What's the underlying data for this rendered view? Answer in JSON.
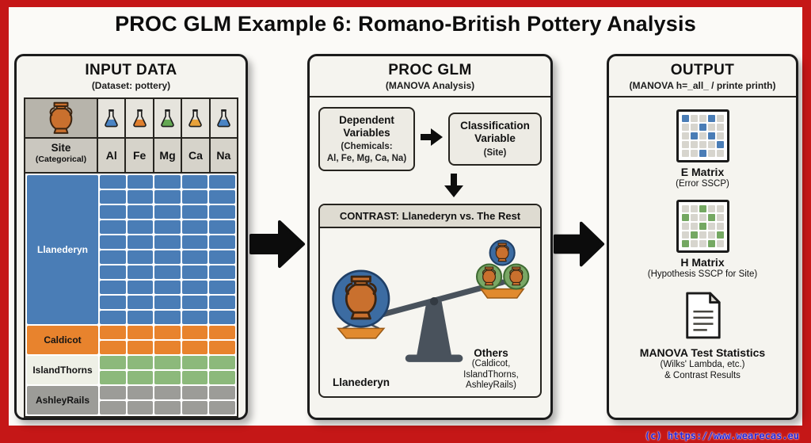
{
  "page": {
    "title": "PROC GLM Example 6: Romano-British Pottery Analysis",
    "footer": "(c) https://www.wearecas.eu",
    "frame_color": "#c51717"
  },
  "input_panel": {
    "title": "INPUT DATA",
    "subtitle": "(Dataset: pottery)",
    "site_header": "Site",
    "site_header_sub": "(Categorical)",
    "columns": [
      {
        "label": "Al",
        "flask_color": "#4a84c4"
      },
      {
        "label": "Fe",
        "flask_color": "#e07f2e"
      },
      {
        "label": "Mg",
        "flask_color": "#64a852"
      },
      {
        "label": "Ca",
        "flask_color": "#e8a23a"
      },
      {
        "label": "Na",
        "flask_color": "#4a84c4"
      }
    ],
    "sites": [
      {
        "name": "Llanederyn",
        "color": "#4a7db6",
        "label_bg": "#4a7db6",
        "text_color": "#ffffff",
        "rows": 10
      },
      {
        "name": "Caldicot",
        "color": "#e8832d",
        "label_bg": "#e8832d",
        "text_color": "#141414",
        "rows": 2
      },
      {
        "name": "IslandThorns",
        "color": "#8cb97b",
        "label_bg": "#eef0e6",
        "text_color": "#141414",
        "rows": 2
      },
      {
        "name": "AshleyRails",
        "color": "#9c9c98",
        "label_bg": "#9c9c98",
        "text_color": "#141414",
        "rows": 2
      }
    ]
  },
  "glm_panel": {
    "title": "PROC GLM",
    "subtitle": "(MANOVA Analysis)",
    "dependent_title": "Dependent\nVariables",
    "dependent_sub": "(Chemicals:\nAl, Fe, Mg, Ca, Na)",
    "classification_title": "Classification\nVariable",
    "classification_sub": "(Site)",
    "contrast_title": "CONTRAST: Llanederyn vs. The Rest",
    "left_label": "Llanederyn",
    "right_label": "Others",
    "right_sub": "(Caldicot,\nIslandThorns,\nAshleyRails)"
  },
  "output_panel": {
    "title": "OUTPUT",
    "subtitle": "(MANOVA h=_all_ / printe printh)",
    "items": [
      {
        "title": "E Matrix",
        "sub": "(Error SSCP)",
        "accent": "#4a7db6",
        "cells": [
          [
            0,
            0
          ],
          [
            0,
            3
          ],
          [
            1,
            2
          ],
          [
            2,
            1
          ],
          [
            2,
            3
          ],
          [
            3,
            4
          ],
          [
            4,
            2
          ]
        ]
      },
      {
        "title": "H Matrix",
        "sub": "(Hypothesis SSCP for Site)",
        "accent": "#74a862",
        "cells": [
          [
            0,
            2
          ],
          [
            1,
            0
          ],
          [
            1,
            3
          ],
          [
            2,
            2
          ],
          [
            3,
            1
          ],
          [
            3,
            4
          ],
          [
            4,
            0
          ],
          [
            4,
            3
          ]
        ]
      },
      {
        "title": "MANOVA Test Statistics",
        "sub": "(Wilks' Lambda, etc.)\n& Contrast Results"
      }
    ]
  }
}
